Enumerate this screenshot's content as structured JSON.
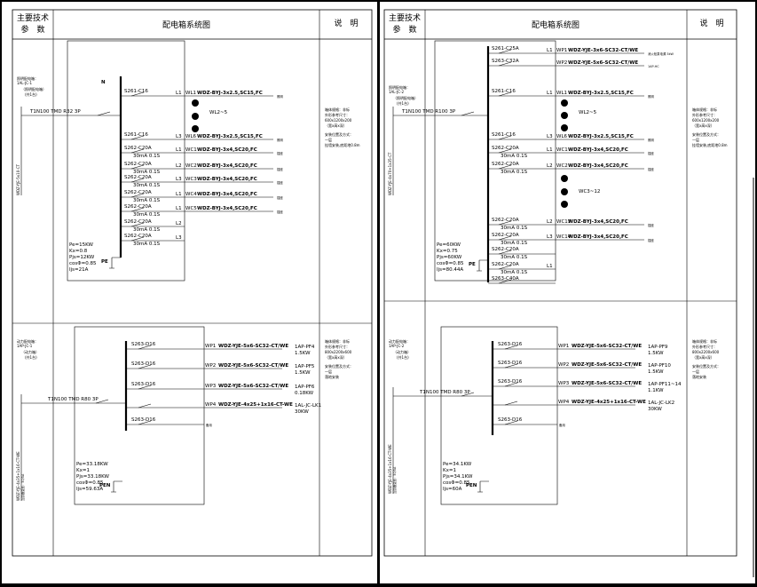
{
  "header": {
    "col_params": "主要技术\n参　数",
    "col_diagram": "配电箱系统图",
    "col_notes": "说　明"
  },
  "left": {
    "top": {
      "box_label": "照明配电箱：\n1AL-JC-1",
      "box_sub": "（照明配电箱）",
      "box_qty": "(共1台)",
      "cable": "WDZ-YJE-5x10-CT",
      "main_breaker": "T1N100 TMD R32 3P",
      "n_label": "N",
      "pe_label": "PE",
      "load": [
        "Pe=15KW",
        "Kx=0.8",
        "Pjs=12KW",
        "cosΦ=0.85",
        "Ijs=21A"
      ],
      "circuits": [
        {
          "breaker": "S261-C16",
          "rcd": "",
          "phase": "L1",
          "id": "WL1",
          "cable": "WDZ-BYJ-3x2.5,SC15,FC",
          "load": "照明"
        },
        {
          "breaker": "S261-C16",
          "rcd": "",
          "phase": "L3",
          "id": "WL6",
          "cable": "WDZ-BYJ-3x2.5,SC15,FC",
          "load": "照明"
        },
        {
          "breaker": "S262-C20A",
          "rcd": "30mA 0.1S",
          "phase": "L1",
          "id": "WC1",
          "cable": "WDZ-BYJ-3x4,SC20,FC",
          "load": "插座"
        },
        {
          "breaker": "S262-C20A",
          "rcd": "30mA 0.1S",
          "phase": "L2",
          "id": "WC2",
          "cable": "WDZ-BYJ-3x4,SC20,FC",
          "load": "插座"
        },
        {
          "breaker": "S262-C20A",
          "rcd": "30mA 0.1S",
          "phase": "L3",
          "id": "WC3",
          "cable": "WDZ-BYJ-3x4,SC20,FC",
          "load": "插座"
        },
        {
          "breaker": "S262-C20A",
          "rcd": "30mA 0.1S",
          "phase": "L1",
          "id": "WC4",
          "cable": "WDZ-BYJ-3x4,SC20,FC",
          "load": "插座"
        },
        {
          "breaker": "S262-C20A",
          "rcd": "30mA 0.1S",
          "phase": "L1",
          "id": "WC5",
          "cable": "WDZ-BYJ-3x4,SC20,FC",
          "load": "插座"
        },
        {
          "breaker": "S262-C20A",
          "rcd": "30mA 0.1S",
          "phase": "L2",
          "id": "",
          "cable": "",
          "load": ""
        },
        {
          "breaker": "S262-C20A",
          "rcd": "30mA 0.1S",
          "phase": "L3",
          "id": "",
          "cable": "",
          "load": ""
        }
      ],
      "range_label": "WL2~5",
      "notes": [
        "箱体规格：非标",
        "外形参考尺寸：",
        "600x1200x200",
        "（宽x高x深）",
        "安装位置及方式：",
        "一层",
        "挂墙安装,底距地0.8m"
      ]
    },
    "bottom": {
      "box_label": "动力配电箱：\n1AP-JC-1",
      "box_sub": "（动力箱）",
      "box_qty": "(共1台)",
      "cable": "WDZ-YJE-4x35+1x16-CT-WE",
      "cable2": "互感器变比：50/5A",
      "main_breaker": "T1N100 TMD R80 3P",
      "pe_label": "PEN",
      "load": [
        "Pe=33.18KW",
        "Kx=1",
        "Pjs=33.18KW",
        "cosΦ=0.85",
        "Ijs=59.63A"
      ],
      "circuits": [
        {
          "breaker": "S263-D16",
          "id": "WP1",
          "cable": "WDZ-YJE-5x6-SC32-CT/WE",
          "dest": "1AP-PF4",
          "power": "1.5KW"
        },
        {
          "breaker": "S263-D16",
          "id": "WP2",
          "cable": "WDZ-YJE-5x6-SC32-CT/WE",
          "dest": "1AP-PF5",
          "power": "1.5KW"
        },
        {
          "breaker": "S263-D16",
          "id": "WP3",
          "cable": "WDZ-YJE-5x6-SC32-CT/WE",
          "dest": "1AP-PF6",
          "power": "0.18KW"
        },
        {
          "breaker": "",
          "id": "WP4",
          "cable": "WDZ-YJE-4x25+1x16-CT-WE",
          "dest": "1AL-JC-LK1",
          "power": "30KW"
        },
        {
          "breaker": "S263-D16",
          "id": "",
          "cable": "",
          "dest": "备用",
          "power": ""
        }
      ],
      "notes": [
        "箱体规格：非标",
        "外形参考尺寸：",
        "800x2200x600",
        "（宽x高x深）",
        "安装位置及方式：",
        "一层",
        "落地安装"
      ]
    }
  },
  "right": {
    "top": {
      "box_label": "照明配电箱：\n1AL-JC-2",
      "box_sub": "（照明配电箱）",
      "box_qty": "(共1台)",
      "cable": "WDZ-YJE-4x70+1x35-CT",
      "main_breaker": "T1N100 TMD R100 3P",
      "pe_label": "PE",
      "load": [
        "Pe=60KW",
        "Kx=0.75",
        "Pjs=60KW",
        "cosΦ=0.85",
        "Ijs=80.44A"
      ],
      "circuits": [
        {
          "breaker": "S261-C25A",
          "rcd": "",
          "phase": "L1",
          "id": "WP1",
          "cable": "WDZ-YJE-3x6-SC32-CT/WE",
          "load": "消火栓泵电源 3kW"
        },
        {
          "breaker": "S263-C32A",
          "rcd": "",
          "phase": "",
          "id": "WP2",
          "cable": "WDZ-YJE-5x6-SC32-CT/WE",
          "load": "1AP-HC"
        },
        {
          "breaker": "S261-C16",
          "rcd": "",
          "phase": "L1",
          "id": "WL1",
          "cable": "WDZ-BYJ-3x2.5,SC15,FC",
          "load": "照明"
        },
        {
          "breaker": "S261-C16",
          "rcd": "",
          "phase": "L3",
          "id": "WL6",
          "cable": "WDZ-BYJ-3x2.5,SC15,FC",
          "load": "照明"
        },
        {
          "breaker": "S262-C20A",
          "rcd": "30mA 0.1S",
          "phase": "L1",
          "id": "WC1",
          "cable": "WDZ-BYJ-3x4,SC20,FC",
          "load": "插座"
        },
        {
          "breaker": "S262-C20A",
          "rcd": "30mA 0.1S",
          "phase": "L2",
          "id": "WC2",
          "cable": "WDZ-BYJ-3x4,SC20,FC",
          "load": "插座"
        },
        {
          "breaker": "S262-C20A",
          "rcd": "30mA 0.1S",
          "phase": "L2",
          "id": "WC13",
          "cable": "WDZ-BYJ-3x4,SC20,FC",
          "load": "插座"
        },
        {
          "breaker": "S262-C20A",
          "rcd": "30mA 0.1S",
          "phase": "L3",
          "id": "WC14",
          "cable": "WDZ-BYJ-3x4,SC20,FC",
          "load": "插座"
        },
        {
          "breaker": "S262-C20A",
          "rcd": "30mA 0.1S",
          "phase": "",
          "id": "",
          "cable": "",
          "load": ""
        },
        {
          "breaker": "S262-C20A",
          "rcd": "30mA 0.1S",
          "phase": "L1",
          "id": "",
          "cable": "",
          "load": ""
        },
        {
          "breaker": "S263-C40A",
          "rcd": "",
          "phase": "",
          "id": "",
          "cable": "",
          "load": ""
        }
      ],
      "range_label": "WL2~5",
      "range_label2": "WC3~12",
      "notes": [
        "箱体规格：非标",
        "外形参考尺寸：",
        "600x1200x200",
        "（宽x高x深）",
        "安装位置及方式：",
        "一层",
        "挂墙安装,底距地0.8m"
      ]
    },
    "bottom": {
      "box_label": "动力配电箱：\n1AP-JC-2",
      "box_sub": "（动力箱）",
      "box_qty": "(共1台)",
      "cable": "WDZ-YJE-4x35+1x16-CT-WE",
      "cable2": "互感器变比：50/5A",
      "main_breaker": "T1N100 TMD R80 3P",
      "pe_label": "PEN",
      "load": [
        "Pe=34.1KW",
        "Kx=1",
        "Pjs=34.1KW",
        "cosΦ=0.85",
        "Ijs=60A"
      ],
      "circuits": [
        {
          "breaker": "S263-D16",
          "id": "WP1",
          "cable": "WDZ-YJE-5x6-SC32-CT/WE",
          "dest": "1AP-PF9",
          "power": "1.5KW"
        },
        {
          "breaker": "S263-D16",
          "id": "WP2",
          "cable": "WDZ-YJE-5x6-SC32-CT/WE",
          "dest": "1AP-PF10",
          "power": "1.5KW"
        },
        {
          "breaker": "S263-D16",
          "id": "WP3",
          "cable": "WDZ-YJE-5x6-SC32-CT/WE",
          "dest": "1AP-PF11~14",
          "power": "1.1KW"
        },
        {
          "breaker": "",
          "id": "WP4",
          "cable": "WDZ-YJE-4x25+1x16-CT-WE",
          "dest": "1AL-JC-LK2",
          "power": "30KW"
        },
        {
          "breaker": "S263-D16",
          "id": "",
          "cable": "",
          "dest": "备用",
          "power": ""
        }
      ],
      "notes": [
        "箱体规格：非标",
        "外形参考尺寸：",
        "800x2200x600",
        "（宽x高x深）",
        "安装位置及方式：",
        "一层",
        "落地安装"
      ]
    }
  }
}
